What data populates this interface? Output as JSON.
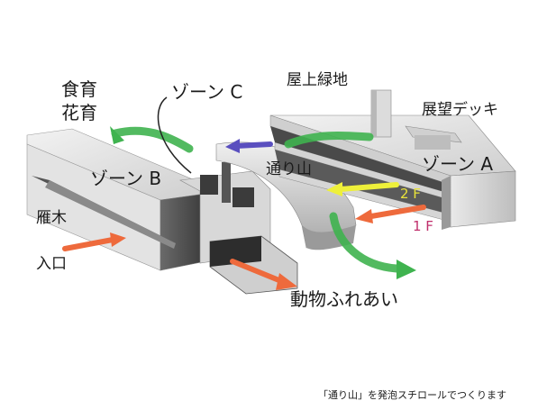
{
  "labels": {
    "food_education": "食育",
    "flower_education": "花育",
    "zone_c": "ゾーン C",
    "rooftop_green": "屋上緑地",
    "observation_deck": "展望デッキ",
    "zone_b": "ゾーン B",
    "torii_yama": "通り山",
    "zone_a": "ゾーン A",
    "floor_2f": "2 F",
    "floor_1f": "1 F",
    "ganki": "雁木",
    "entrance": "入口",
    "animal_contact": "動物ふれあい"
  },
  "caption": "「通り山」を発泡スチロールでつくります",
  "colors": {
    "green_arrow": "#3fb34f",
    "orange_arrow": "#ee6a3c",
    "purple_arrow": "#5a4fbf",
    "yellow_arrow": "#eef03a",
    "label_2f": "#e8e23a",
    "label_1f": "#c0306c"
  }
}
